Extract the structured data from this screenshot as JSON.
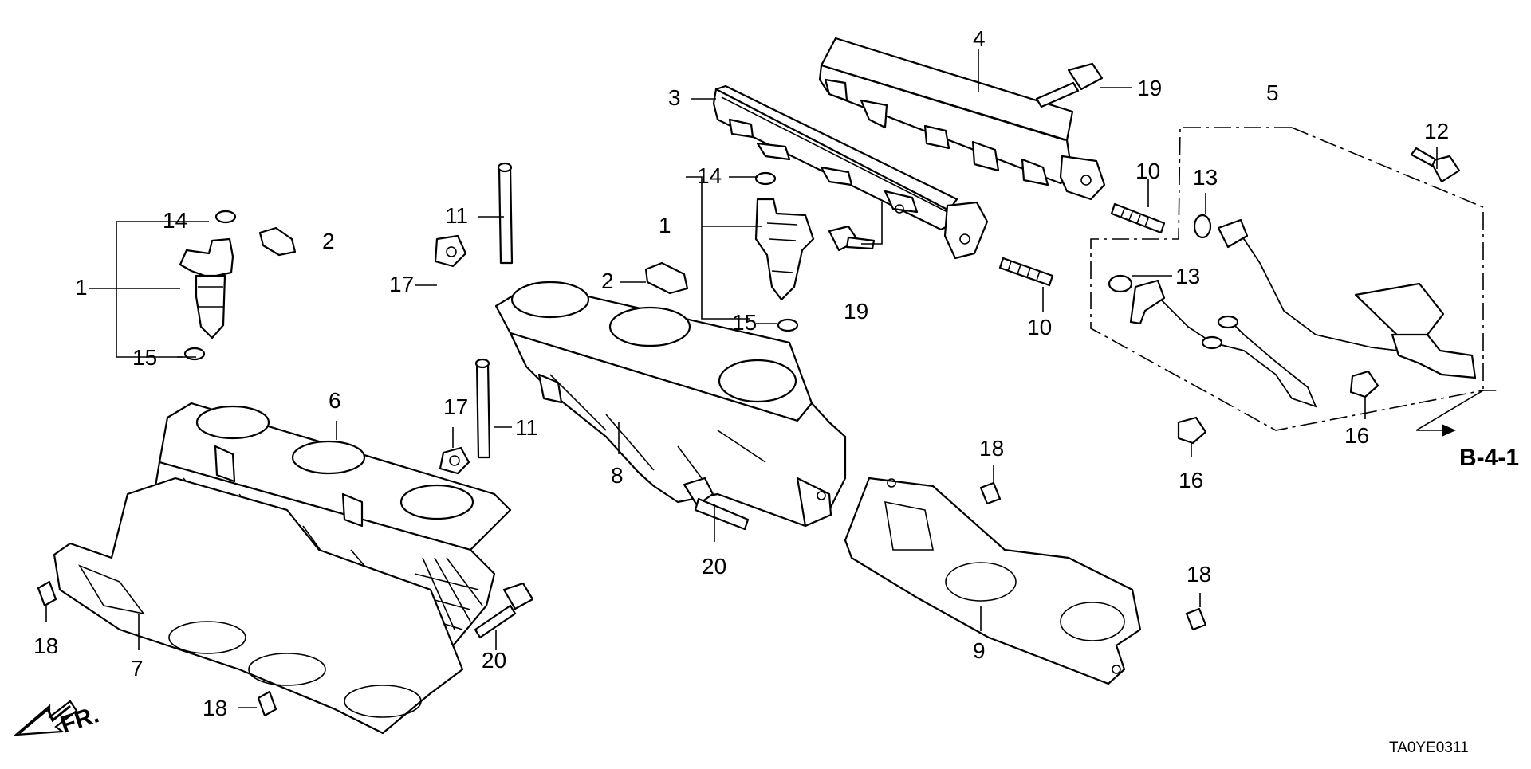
{
  "diagram": {
    "callouts": [
      {
        "id": "c4",
        "text": "4"
      },
      {
        "id": "c19a",
        "text": "19"
      },
      {
        "id": "c3",
        "text": "3"
      },
      {
        "id": "c5",
        "text": "5"
      },
      {
        "id": "c12",
        "text": "12"
      },
      {
        "id": "c14a",
        "text": "14"
      },
      {
        "id": "c10a",
        "text": "10"
      },
      {
        "id": "c13a",
        "text": "13"
      },
      {
        "id": "c14b",
        "text": "14"
      },
      {
        "id": "c2a",
        "text": "2"
      },
      {
        "id": "c11a",
        "text": "11"
      },
      {
        "id": "c1a",
        "text": "1"
      },
      {
        "id": "c1b",
        "text": "1"
      },
      {
        "id": "c13b",
        "text": "13"
      },
      {
        "id": "c17a",
        "text": "17"
      },
      {
        "id": "c2b",
        "text": "2"
      },
      {
        "id": "c19b",
        "text": "19"
      },
      {
        "id": "c10b",
        "text": "10"
      },
      {
        "id": "c15a",
        "text": "15"
      },
      {
        "id": "c15b",
        "text": "15"
      },
      {
        "id": "c6",
        "text": "6"
      },
      {
        "id": "c17b",
        "text": "17"
      },
      {
        "id": "c11b",
        "text": "11"
      },
      {
        "id": "c16a",
        "text": "16"
      },
      {
        "id": "c16b",
        "text": "16"
      },
      {
        "id": "c8",
        "text": "8"
      },
      {
        "id": "c18a",
        "text": "18"
      },
      {
        "id": "c20a",
        "text": "20"
      },
      {
        "id": "c18b",
        "text": "18"
      },
      {
        "id": "c18c",
        "text": "18"
      },
      {
        "id": "c20b",
        "text": "20"
      },
      {
        "id": "c7",
        "text": "7"
      },
      {
        "id": "c9",
        "text": "9"
      },
      {
        "id": "c18d",
        "text": "18"
      }
    ],
    "reference_label": "B-4-1",
    "front_label": "FR.",
    "diagram_code": "TA0YE0311"
  }
}
